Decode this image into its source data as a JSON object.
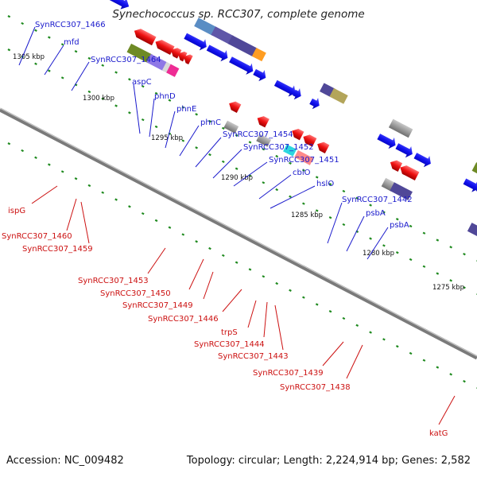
{
  "title": "Synechococcus sp. RCC307, complete genome",
  "footer": {
    "accession": "Accession: NC_009482",
    "summary": "Topology: circular; Length: 2,224,914 bp; Genes: 2,582"
  },
  "ticks": [
    "1305 kbp",
    "1300 kbp",
    "1295 kbp",
    "1290 kbp",
    "1285 kbp",
    "1280 kbp",
    "1275 kbp"
  ],
  "labels_top": [
    "SynRCC307_1466",
    "mfd",
    "SynRCC307_1464",
    "aspC",
    "phnD",
    "phnE",
    "phnC",
    "SynRCC307_1454",
    "SynRCC307_1452",
    "SynRCC307_1451",
    "cbiO",
    "hslO",
    "SynRCC307_1442",
    "psbA",
    "psbA"
  ],
  "labels_bottom": [
    "ispG",
    "SynRCC307_1460",
    "SynRCC307_1459",
    "SynRCC307_1453",
    "SynRCC307_1450",
    "SynRCC307_1449",
    "SynRCC307_1446",
    "trpS",
    "SynRCC307_1444",
    "SynRCC307_1443",
    "SynRCC307_1439",
    "SynRCC307_1438",
    "katG"
  ],
  "colors": {
    "forward_label": "#1a1acc",
    "reverse_label": "#cc1111",
    "forward_gene": "#1010ee",
    "reverse_gene": "#ee1111",
    "backbone": "#808080",
    "tick_dots": "#1f8a1f"
  }
}
